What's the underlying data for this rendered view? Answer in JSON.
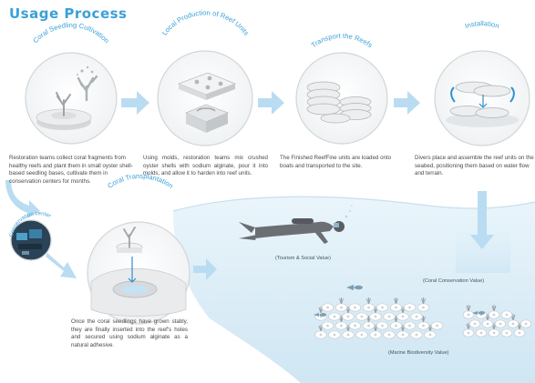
{
  "title": "Usage Process",
  "steps": [
    {
      "label": "Coral Seedling Cultivation",
      "desc": "Restoration teams collect coral fragments from healthy reefs and plant them in small oyster shell-based seedling bases, cultivate them in conservation centers for months."
    },
    {
      "label": "Local Production of Reef Units",
      "desc": "Using molds, restoration teams mix crushed oyster shells with sodium alginate, pour it into molds, and allow it to harden into reef units."
    },
    {
      "label": "Transport the Reefs",
      "desc": "The Finished ReefFine units are loaded onto boats and transported to the site."
    },
    {
      "label": "Installation",
      "desc": "Divers place and assemble the reef units on the seabed, positioning them based on water flow and terrain."
    },
    {
      "label": "Coral Transplantation",
      "desc": "Once the coral seedlings have grown stably, they are finally inserted into the reef's holes and secured using sodium alginate as a natural adhesive."
    }
  ],
  "conservation_center": "Conservation center",
  "values": {
    "tourism": "(Tourism & Social Value)",
    "coral": "(Coral Conservation Value)",
    "biodiversity": "(Marine Biodiversity Value)"
  },
  "colors": {
    "title": "#3aa0d8",
    "arc_label": "#3aa0d8",
    "arrow": "#b9dcf2",
    "water": "#d9ecf6",
    "circle_border": "#d2d6d9",
    "shell": "#e7e8e9"
  }
}
